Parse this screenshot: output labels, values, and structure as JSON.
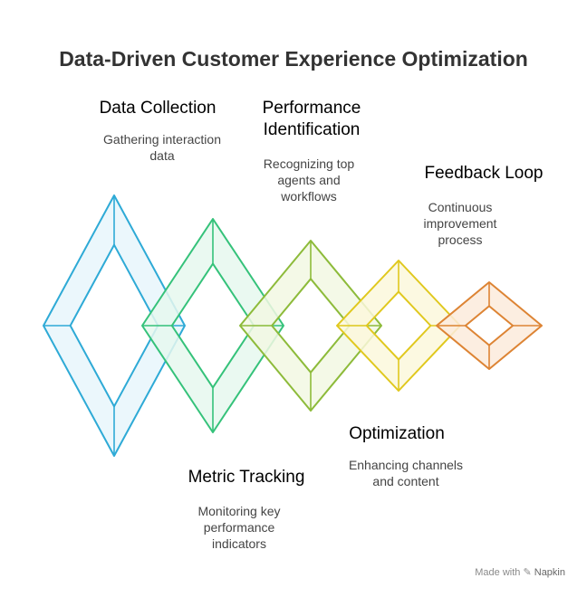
{
  "title": "Data-Driven Customer Experience Optimization",
  "steps": [
    {
      "title": "Data Collection",
      "description": "Gathering interaction data",
      "color": "#2eaad6",
      "fill": "#e8f6fc"
    },
    {
      "title": "Metric Tracking",
      "description": "Monitoring key performance indicators",
      "color": "#35c27a",
      "fill": "#e6f8ee"
    },
    {
      "title": "Performance Identification",
      "description": "Recognizing top agents and workflows",
      "color": "#8dbb3a",
      "fill": "#f2f8e3"
    },
    {
      "title": "Optimization",
      "description": "Enhancing channels and content",
      "color": "#e0c81e",
      "fill": "#fcf8dc"
    },
    {
      "title": "Feedback Loop",
      "description": "Continuous improvement process",
      "color": "#dd8434",
      "fill": "#fcebdc"
    }
  ],
  "credit": {
    "prefix": "Made with",
    "icon": "napkin-logo-icon",
    "brand": "Napkin"
  }
}
